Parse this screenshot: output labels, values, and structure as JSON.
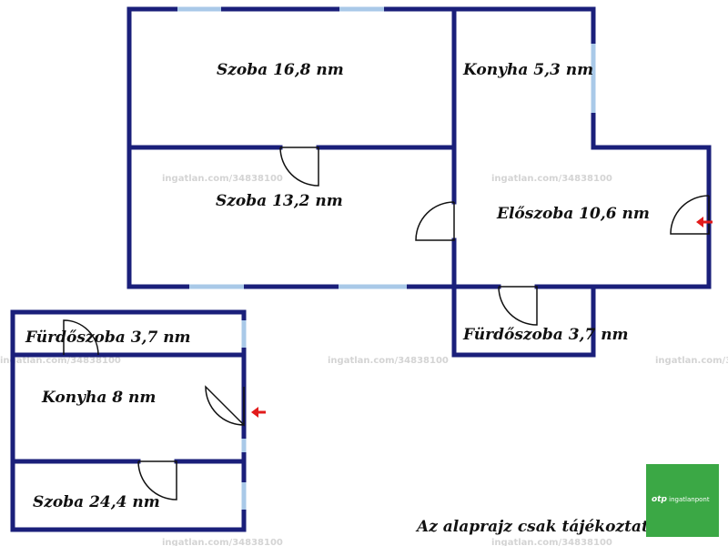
{
  "rooms_upper": [
    {
      "label": "Szoba 16,8 nm"
    },
    {
      "label": "Konyha 5,3 nm"
    },
    {
      "label": "Szoba 13,2 nm"
    },
    {
      "label": "Előszoba 10,6 nm"
    },
    {
      "label": "Fürdőszoba 3,7 nm"
    }
  ],
  "rooms_lower": [
    {
      "label": "Fürdőszoba 3,7 nm"
    },
    {
      "label": "Konyha 8 nm"
    },
    {
      "label": "Szoba 24,4 nm"
    }
  ],
  "note": "Az alaprajz csak tájékoztató",
  "watermark": "ingatlan.com/34838100",
  "logo": {
    "brand": "otp",
    "suffix": "ingatlanpont"
  },
  "colors": {
    "wall": "#1a1f7a",
    "window": "#a9c9e8",
    "arrow": "#e21b1b",
    "logo_bg": "#3ba845"
  },
  "icons": [
    "entrance-arrow-icon",
    "entrance-arrow-icon"
  ]
}
